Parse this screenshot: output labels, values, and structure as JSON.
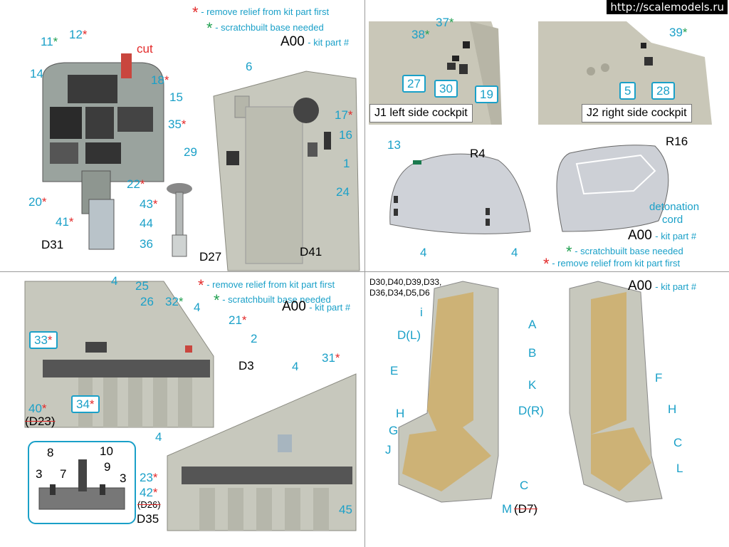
{
  "watermark": "http://scalemodels.ru",
  "legend": {
    "star": "*",
    "red_text": "- remove relief from kit part first",
    "green_text": "- scratchbuilt base needed",
    "kit_code": "A00",
    "kit_text": "- kit part #"
  },
  "panel_a": {
    "labels": [
      "11",
      "12",
      "cut",
      "14",
      "18",
      "15",
      "35",
      "20",
      "22",
      "41",
      "43",
      "44",
      "36",
      "D31",
      "D27",
      "6",
      "17",
      "16",
      "29",
      "1",
      "24",
      "D41"
    ]
  },
  "panel_j": {
    "j1_title": "J1 left side cockpit",
    "j2_title": "J2  right side cockpit",
    "left_labels": [
      "37",
      "38"
    ],
    "left_boxes": [
      "27",
      "30",
      "19"
    ],
    "right_label": "39",
    "right_boxes": [
      "5",
      "28"
    ]
  },
  "panel_canopy": {
    "labels": [
      "13",
      "R4",
      "R16",
      "detonation",
      "cord",
      "4",
      "4"
    ]
  },
  "panel_side": {
    "labels": [
      "4",
      "25",
      "26",
      "32",
      "4",
      "21",
      "2",
      "D3",
      "40",
      "D23",
      "31",
      "4",
      "4",
      "23",
      "42",
      "D26",
      "D35",
      "45"
    ],
    "boxes": [
      "33",
      "34"
    ],
    "inset_labels": [
      "8",
      "10",
      "9",
      "3",
      "7",
      "3"
    ]
  },
  "panel_seat": {
    "header": "D30,D40,D39,D33,",
    "header2": "D36,D34,D5,D6",
    "labels": [
      "i",
      "A",
      "D(L)",
      "B",
      "K",
      "E",
      "D(R)",
      "F",
      "H",
      "H",
      "G",
      "C",
      "J",
      "L",
      "C",
      "M",
      "D7"
    ]
  }
}
